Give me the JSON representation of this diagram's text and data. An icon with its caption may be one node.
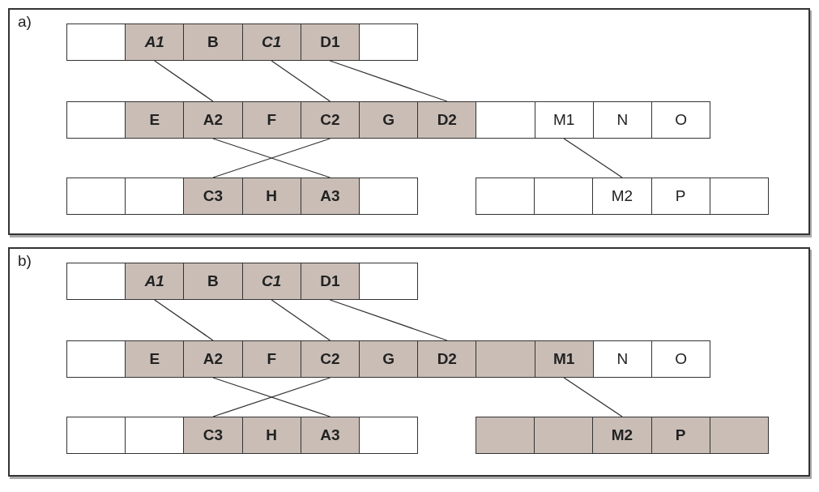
{
  "diagram": {
    "nodes": [
      {
        "text": [
          "a)"
        ]
      },
      {
        "text": [],
        "shape": "box",
        "in": 0
      },
      {
        "text": [
          "A1"
        ],
        "in": 0
      },
      {
        "text": [
          "B"
        ],
        "in": 0
      },
      {
        "text": [
          "C1"
        ],
        "in": 0
      },
      {
        "text": [
          "D1"
        ],
        "in": 0
      },
      {
        "text": [],
        "shape": "box",
        "in": 0
      },
      {
        "text": [],
        "shape": "box",
        "in": 0
      },
      {
        "text": [
          "E"
        ],
        "in": 0
      },
      {
        "text": [
          "A2"
        ],
        "in": 0
      },
      {
        "text": [
          "F"
        ],
        "in": 0
      },
      {
        "text": [
          "C2"
        ],
        "in": 0
      },
      {
        "text": [
          "G"
        ],
        "in": 0
      },
      {
        "text": [
          "D2"
        ],
        "in": 0
      },
      {
        "text": [],
        "shape": "box",
        "in": 0
      },
      {
        "text": [
          "M1"
        ],
        "in": 0
      },
      {
        "text": [
          "N"
        ],
        "in": 0
      },
      {
        "text": [
          "O"
        ],
        "in": 0
      },
      {
        "text": [],
        "shape": "box",
        "in": 0
      },
      {
        "text": [],
        "shape": "box",
        "in": 0
      },
      {
        "text": [
          "C3"
        ],
        "in": 0
      },
      {
        "text": [
          "H"
        ],
        "in": 0
      },
      {
        "text": [
          "A3"
        ],
        "in": 0
      },
      {
        "text": [],
        "shape": "box",
        "in": 0
      },
      {
        "text": [],
        "shape": "box",
        "in": 0
      },
      {
        "text": [],
        "shape": "box",
        "in": 0
      },
      {
        "text": [
          "M2"
        ],
        "in": 0
      },
      {
        "text": [
          "P"
        ],
        "in": 0
      },
      {
        "text": [],
        "shape": "box",
        "in": 0
      },
      {
        "text": [
          "b)"
        ]
      },
      {
        "text": [],
        "shape": "box",
        "in": 29
      },
      {
        "text": [
          "A1"
        ],
        "in": 29
      },
      {
        "text": [
          "B"
        ],
        "in": 29
      },
      {
        "text": [
          "C1"
        ],
        "in": 29
      },
      {
        "text": [
          "D1"
        ],
        "in": 29
      },
      {
        "text": [],
        "shape": "box",
        "in": 29
      },
      {
        "text": [],
        "shape": "box",
        "in": 29
      },
      {
        "text": [
          "E"
        ],
        "in": 29
      },
      {
        "text": [
          "A2"
        ],
        "in": 29
      },
      {
        "text": [
          "F"
        ],
        "in": 29
      },
      {
        "text": [
          "C2"
        ],
        "in": 29
      },
      {
        "text": [
          "G"
        ],
        "in": 29
      },
      {
        "text": [
          "D2"
        ],
        "in": 29
      },
      {
        "text": [],
        "shape": "box",
        "in": 29
      },
      {
        "text": [
          "M1"
        ],
        "in": 29
      },
      {
        "text": [
          "N"
        ],
        "in": 29
      },
      {
        "text": [
          "O"
        ],
        "in": 29
      },
      {
        "text": [],
        "shape": "box",
        "in": 29
      },
      {
        "text": [],
        "shape": "box",
        "in": 29
      },
      {
        "text": [
          "C3"
        ],
        "in": 29
      },
      {
        "text": [
          "H"
        ],
        "in": 29
      },
      {
        "text": [
          "A3"
        ],
        "in": 29
      },
      {
        "text": [],
        "shape": "box",
        "in": 29
      },
      {
        "text": [],
        "shape": "box",
        "in": 29
      },
      {
        "text": [],
        "shape": "box",
        "in": 29
      },
      {
        "text": [
          "M2"
        ],
        "in": 29
      },
      {
        "text": [
          "P"
        ],
        "in": 29
      },
      {
        "text": [],
        "shape": "box",
        "in": 29
      }
    ],
    "edges": [
      {
        "from": 2,
        "to": 9,
        "arrow": "none"
      },
      {
        "from": 4,
        "to": 11,
        "arrow": "none"
      },
      {
        "from": 5,
        "to": 13,
        "arrow": "none"
      },
      {
        "from": 9,
        "to": 22,
        "arrow": "none"
      },
      {
        "from": 11,
        "to": 20,
        "arrow": "none"
      },
      {
        "from": 15,
        "to": 26,
        "arrow": "none"
      },
      {
        "from": 31,
        "to": 38,
        "arrow": "none"
      },
      {
        "from": 33,
        "to": 40,
        "arrow": "none"
      },
      {
        "from": 34,
        "to": 42,
        "arrow": "none"
      },
      {
        "from": 38,
        "to": 51,
        "arrow": "none"
      },
      {
        "from": 40,
        "to": 49,
        "arrow": "none"
      },
      {
        "from": 44,
        "to": 55,
        "arrow": "none"
      }
    ]
  }
}
